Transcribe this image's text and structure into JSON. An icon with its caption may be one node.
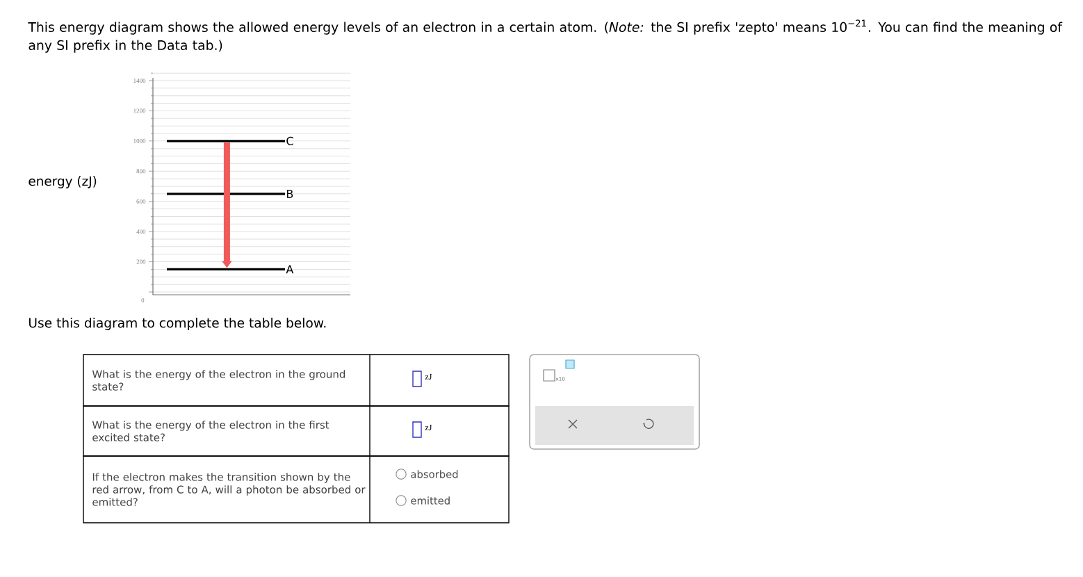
{
  "diagram": {
    "nodes": [
      {
        "text": [
          "C"
        ]
      },
      {
        "text": [
          "B"
        ]
      },
      {
        "text": [
          "A"
        ]
      }
    ],
    "edges": [
      {
        "from": 0,
        "to": 2,
        "arrow": "to",
        "color": "#f05a5a"
      }
    ],
    "labels": [
      "This energy diagram shows the allowed energy levels of an electron in a certain atom. (*Note:* the SI prefix 'zepto' means 10$^{−21}$. You can find the meaning of any SI prefix in the Data tab.)",
      "1400",
      "1200",
      "1000",
      "800",
      "energy (zJ)",
      "600",
      "400",
      "200",
      "0",
      "Use this diagram to complete the table below.",
      "What is the energy of the electron in the ground state?",
      "zJ",
      "What is the energy of the electron in the first excited state?",
      "zJ",
      "If the electron makes the transition shown by the red arrow, from C to A, will a photon be absorbed or emitted?",
      "absorbed",
      "emitted",
      "x10"
    ]
  }
}
